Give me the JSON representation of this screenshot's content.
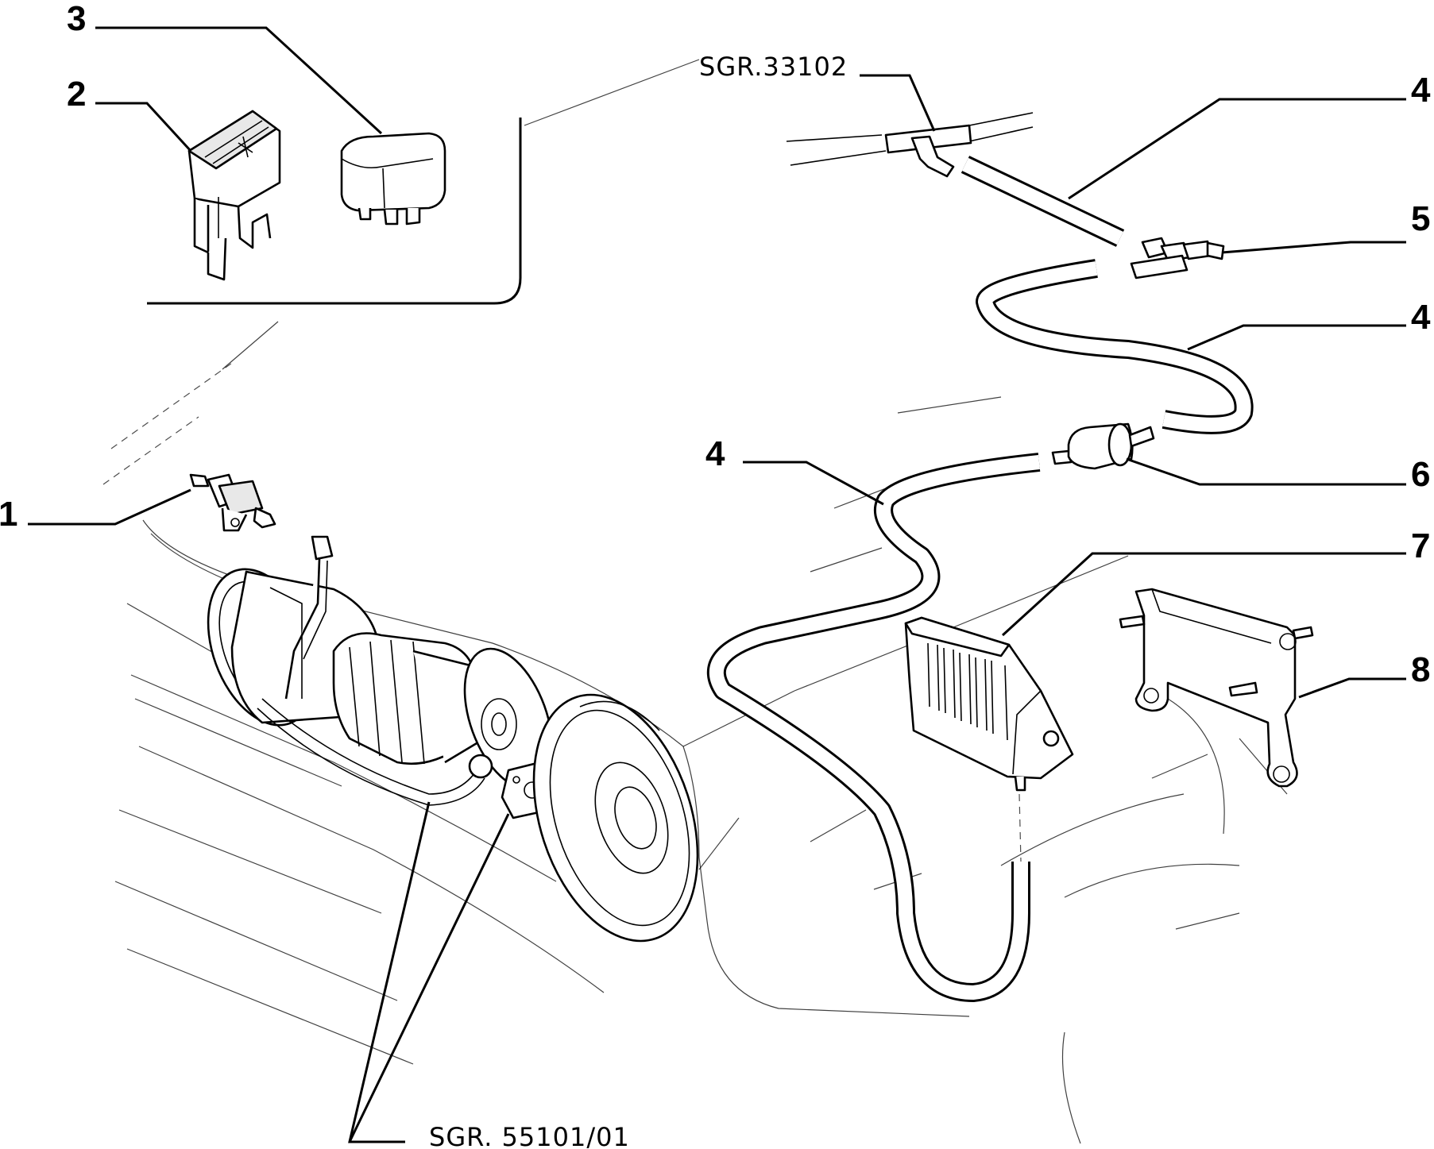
{
  "callouts": [
    {
      "id": "1",
      "label": "1"
    },
    {
      "id": "2",
      "label": "2"
    },
    {
      "id": "3",
      "label": "3"
    },
    {
      "id": "4a",
      "label": "4"
    },
    {
      "id": "4b",
      "label": "4"
    },
    {
      "id": "4c",
      "label": "4"
    },
    {
      "id": "5",
      "label": "5"
    },
    {
      "id": "6",
      "label": "6"
    },
    {
      "id": "7",
      "label": "7"
    },
    {
      "id": "8",
      "label": "8"
    }
  ],
  "references": {
    "top": "SGR.33102",
    "bottom": "SGR. 55101/01"
  }
}
